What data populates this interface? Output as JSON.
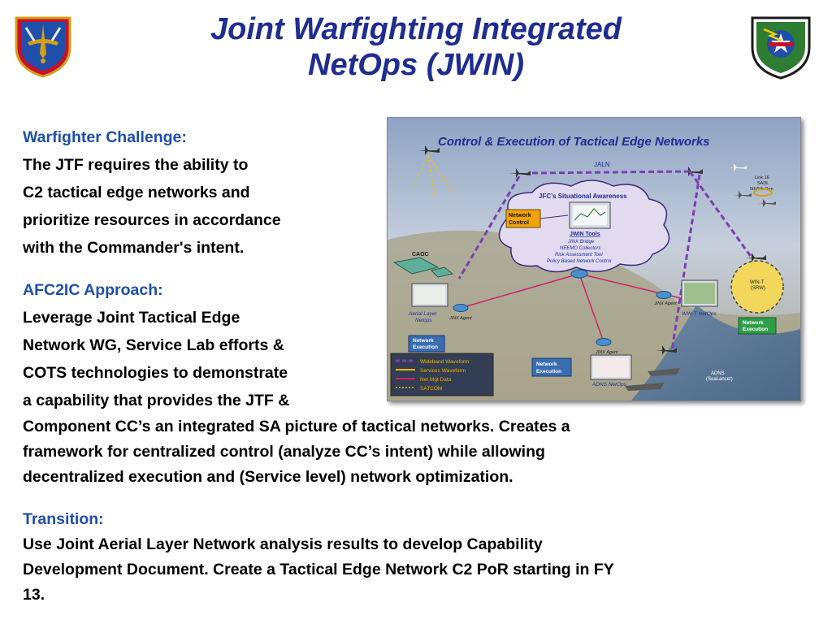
{
  "title": {
    "line1": "Joint Warfighting Integrated",
    "line2": "NetOps (JWIN)"
  },
  "logos": {
    "left": "Air Combat Command",
    "right": "Air Force C2 Integration Ctr"
  },
  "challenge": {
    "heading": "Warfighter Challenge:",
    "lines": [
      "The JTF requires the ability to",
      "C2 tactical edge networks and",
      "prioritize resources in accordance",
      "with the Commander's intent."
    ]
  },
  "approach": {
    "heading": "AFC2IC Approach:",
    "lines": [
      "Leverage Joint Tactical Edge",
      "Network WG, Service Lab efforts &",
      "COTS technologies to demonstrate",
      "a capability that provides the JTF &"
    ],
    "wide_lines": [
      "Component CC’s an integrated SA picture of tactical networks. Creates a",
      "framework for centralized control (analyze CC’s intent) while allowing",
      "decentralized execution and (Service level) network optimization."
    ]
  },
  "transition": {
    "heading": "Transition:",
    "lines": [
      "Use Joint Aerial Layer Network analysis results to develop Capability",
      "Development Document. Create a Tactical Edge Network C2 PoR starting in FY",
      "13."
    ]
  },
  "diagram": {
    "title": "Control & Execution of Tactical Edge Networks",
    "jaln": "JALN",
    "cloud_title": "JFC’s Situational Awareness",
    "network_control": [
      "Network",
      "Control"
    ],
    "jwin_tools": "JWIN Tools",
    "tools": [
      "JINX Bridge",
      "NEEMO Collectors",
      "Risk Assessment Tool",
      "Policy Based Network Control"
    ],
    "caoc": "CAOC",
    "aerial_layer": [
      "Aerial Layer",
      "Netops"
    ],
    "jinx_agent": "JINX Agent",
    "network_execution": [
      "Network",
      "Execution"
    ],
    "link16": [
      "Link 16",
      "SADL",
      "5th/5th Gen"
    ],
    "wint_srw": [
      "WIN-T",
      "(SRW)"
    ],
    "wint_netops": "WIN-T NetOps",
    "adns_netops": "ADNS NetOps",
    "adns_sealancet": [
      "ADNS",
      "(SeaLancet)"
    ],
    "legend": [
      "Wideband Waveform",
      "Services Waveform",
      "Net Mgt Data",
      "SATCOM"
    ],
    "colors": {
      "wideband": "#7b3fb0",
      "services": "#f0b400",
      "netmgt": "#d0206a",
      "satcom": "#f2c200",
      "boxfill": "#3a6db0",
      "greenbox": "#2f9d4a",
      "orangebox": "#f2a20a"
    }
  }
}
